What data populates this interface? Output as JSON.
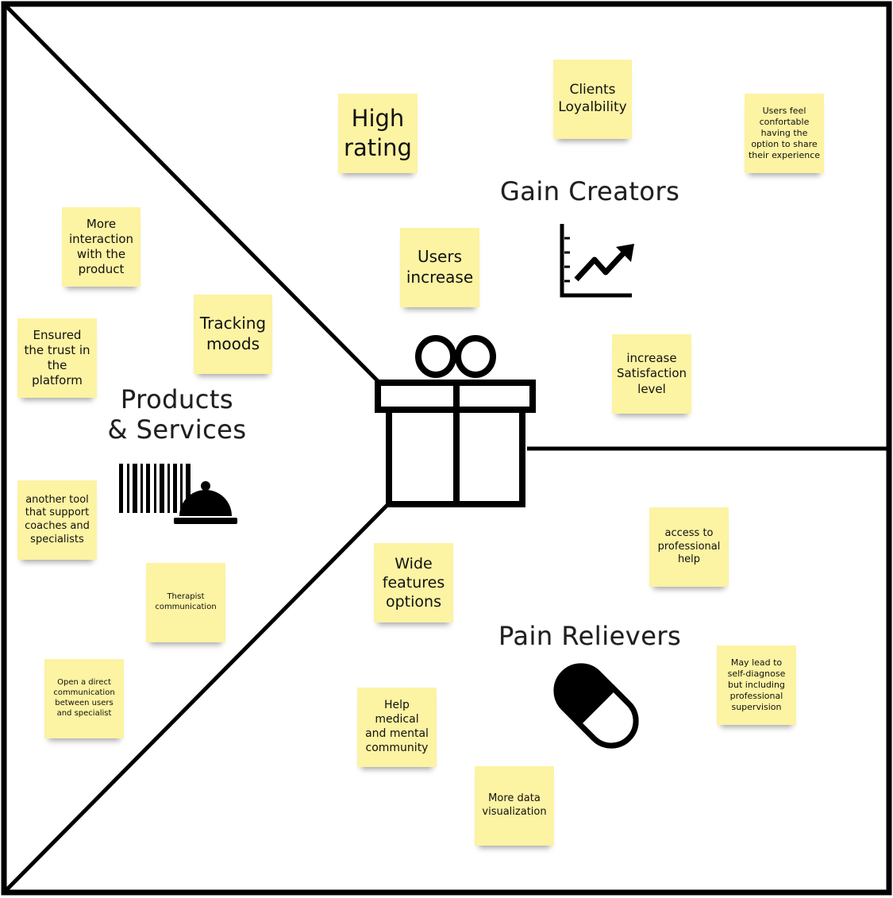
{
  "sections": {
    "products_services": "Products\n& Services",
    "gain_creators": "Gain Creators",
    "pain_relievers": "Pain Relievers"
  },
  "icons": {
    "center": "gift-icon",
    "gain": "chart-trending-up-icon",
    "products": "barcode-cloche-icon",
    "pain": "pill-capsule-icon"
  },
  "colors": {
    "note": "#fcf3a3",
    "ink": "#000000"
  },
  "notes": {
    "gain": [
      "High\nrating",
      "Clients\nLoyalbility",
      "Users feel\nconfortable\nhaving the\noption to share\ntheir experience",
      "Users\nincrease",
      "increase\nSatisfaction\nlevel"
    ],
    "products": [
      "More\ninteraction\nwith the\nproduct",
      "Tracking\nmoods",
      "Ensured\nthe trust in\nthe\nplatform",
      "another tool\nthat support\ncoaches and\nspecialists",
      "Therapist\ncommunication",
      "Open a direct\ncommunication\nbetween users\nand specialist"
    ],
    "pain": [
      "access to\nprofessional\nhelp",
      "Wide\nfeatures\noptions",
      "May lead to\nself-diagnose\nbut including\nprofessional\nsupervision",
      "Help\nmedical\nand mental\ncommunity",
      "More data\nvisualization"
    ]
  }
}
